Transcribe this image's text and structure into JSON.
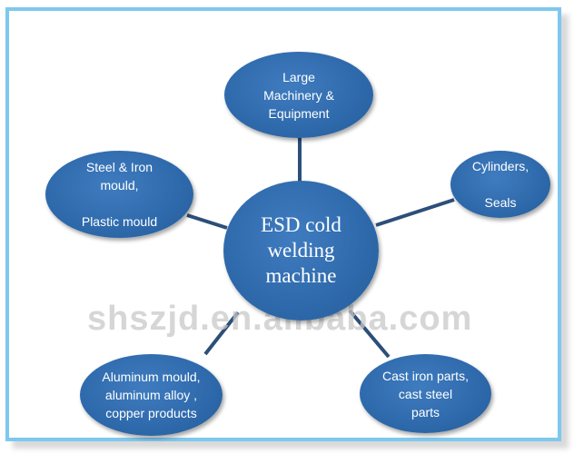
{
  "center": {
    "label": "ESD cold\nwelding\nmachine"
  },
  "nodes": {
    "top": "Large\nMachinery  &\nEquipment",
    "right": "Cylinders,\n\nSeals",
    "left": "Steel & Iron\nmould,\n\nPlastic mould",
    "bottom_left": "Aluminum mould,\naluminum alloy ,\ncopper products",
    "bottom_right": "Cast iron parts,\ncast steel\nparts"
  },
  "watermark": "shszjd.en.alibaba.com",
  "colors": {
    "node_fill": "#2e69ab",
    "connector": "#2c4f78",
    "frame_border": "#7ec8ee"
  }
}
